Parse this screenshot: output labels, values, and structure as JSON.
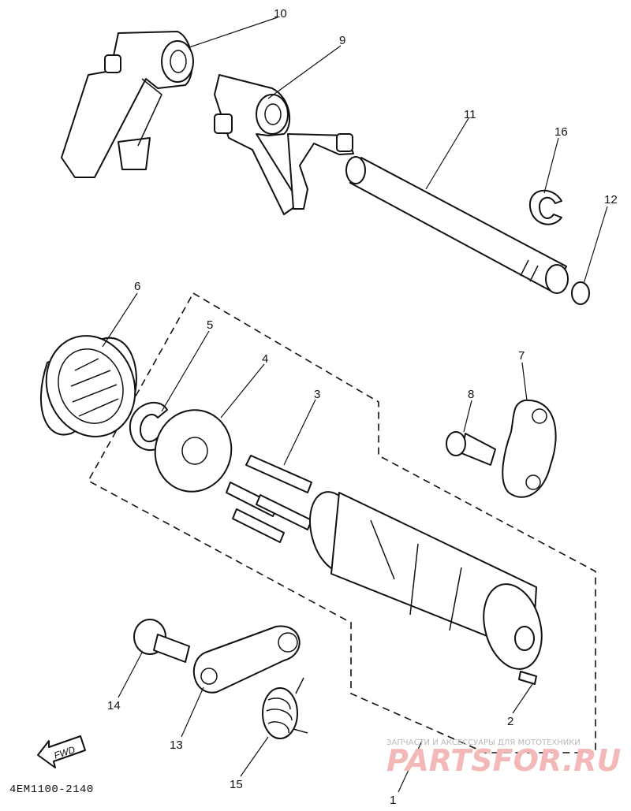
{
  "diagram": {
    "callouts": [
      {
        "id": "10",
        "label": "10"
      },
      {
        "id": "9",
        "label": "9"
      },
      {
        "id": "11",
        "label": "11"
      },
      {
        "id": "16",
        "label": "16"
      },
      {
        "id": "12",
        "label": "12"
      },
      {
        "id": "6",
        "label": "6"
      },
      {
        "id": "5",
        "label": "5"
      },
      {
        "id": "4",
        "label": "4"
      },
      {
        "id": "3",
        "label": "3"
      },
      {
        "id": "7",
        "label": "7"
      },
      {
        "id": "8",
        "label": "8"
      },
      {
        "id": "14",
        "label": "14"
      },
      {
        "id": "13",
        "label": "13"
      },
      {
        "id": "15",
        "label": "15"
      },
      {
        "id": "2",
        "label": "2"
      },
      {
        "id": "1",
        "label": "1"
      }
    ],
    "direction_marker": "FWD",
    "diagram_code": "4EM1100-2140"
  },
  "watermark": {
    "tagline": "ЗАПЧАСТИ И АКСЕССУАРЫ ДЛЯ МОТОТЕХНИКИ",
    "brand": "PARTSFOR.RU"
  }
}
